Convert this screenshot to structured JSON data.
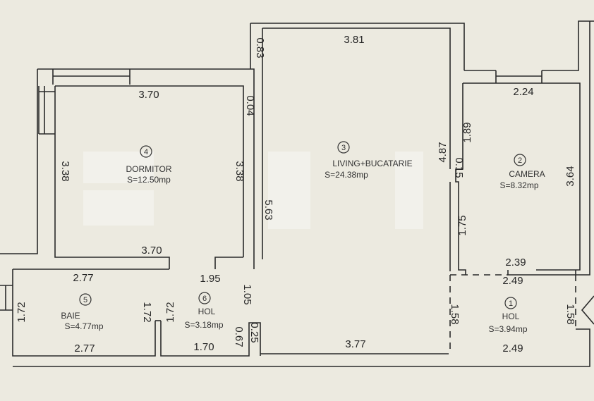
{
  "rooms": [
    {
      "number": "1",
      "name": "HOL",
      "area": "S=3.94mp"
    },
    {
      "number": "2",
      "name": "CAMERA",
      "area": "S=8.32mp"
    },
    {
      "number": "3",
      "name": "LIVING+BUCATARIE",
      "area": "S=24.38mp"
    },
    {
      "number": "4",
      "name": "DORMITOR",
      "area": "S=12.50mp"
    },
    {
      "number": "5",
      "name": "BAIE",
      "area": "S=4.77mp"
    },
    {
      "number": "6",
      "name": "HOL",
      "area": "S=3.18mp"
    }
  ],
  "dimensions": {
    "living_top": "3.81",
    "living_left_top": "0.83",
    "living_right": "4.87",
    "living_left": "5.63",
    "living_bottom": "3.77",
    "dormitor_top": "3.70",
    "dormitor_bottom": "3.70",
    "dormitor_left": "3.38",
    "dormitor_right": "3.38",
    "dormitor_right_top": "0.04",
    "camera_top": "2.24",
    "camera_bottom": "2.39",
    "camera_right": "3.64",
    "camera_left_upper": "1.89",
    "camera_left_offset": "0.15",
    "camera_left_lower": "1.75",
    "hol1_top": "2.49",
    "hol1_bottom": "2.49",
    "hol1_left": "1.58",
    "hol1_right": "1.58",
    "baie_top": "2.77",
    "baie_bottom": "2.77",
    "baie_left": "1.72",
    "baie_right": "1.72",
    "hol6_top": "1.95",
    "hol6_left": "1.72",
    "hol6_right": "1.05",
    "hol6_bottom": "1.70",
    "hol6_niche_a": "0.67",
    "hol6_niche_b": "0.25"
  }
}
